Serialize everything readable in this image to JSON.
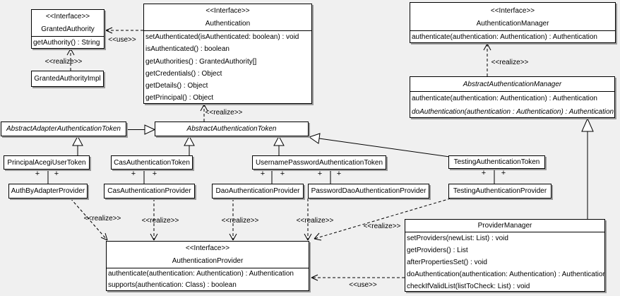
{
  "labels": {
    "interface_stereotype": "<<Interface>>",
    "realize": "<<realize>>",
    "use": "<<use>>",
    "plus": "+"
  },
  "colors": {
    "background": "#f0f0f0",
    "box_fill": "#ffffff",
    "line": "#000000",
    "shadow": "#9a9a9a"
  },
  "classes": {
    "granted_authority": {
      "stereotype": "<<Interface>>",
      "name": "GrantedAuthority",
      "methods": [
        "getAuthority() : String"
      ]
    },
    "granted_authority_impl": {
      "name": "GrantedAuthorityImpl"
    },
    "authentication": {
      "stereotype": "<<Interface>>",
      "name": "Authentication",
      "methods": [
        "setAuthenticated(isAuthenticated: boolean) : void",
        "isAuthenticated() : boolean",
        "getAuthorities() : GrantedAuthority[]",
        "getCredentials() : Object",
        "getDetails() : Object",
        "getPrincipal() : Object"
      ]
    },
    "authentication_manager": {
      "stereotype": "<<Interface>>",
      "name": "AuthenticationManager",
      "methods": [
        "authenticate(authentication: Authentication) : Authentication"
      ]
    },
    "abstract_authentication_manager": {
      "name": "AbstractAuthenticationManager",
      "methods": [
        "authenticate(authentication: Authentication) : Authentication",
        "doAuthentication(authentication : Authentication) : Authentication"
      ]
    },
    "abstract_adapter_authentication_token": {
      "name": "AbstractAdapterAuthenticationToken"
    },
    "abstract_authentication_token": {
      "name": "AbstractAuthenticationToken"
    },
    "principal_acegi_user_token": {
      "name": "PrincipalAcegiUserToken"
    },
    "cas_authentication_token": {
      "name": "CasAuthenticationToken"
    },
    "username_password_authentication_token": {
      "name": "UsernamePasswordAuthenticationToken"
    },
    "testing_authentication_token": {
      "name": "TestingAuthenticationToken"
    },
    "auth_by_adapter_provider": {
      "name": "AuthByAdapterProvider"
    },
    "cas_authentication_provider": {
      "name": "CasAuthenticationProvider"
    },
    "dao_authentication_provider": {
      "name": "DaoAuthenticationProvider"
    },
    "password_dao_authentication_provider": {
      "name": "PasswordDaoAuthenticationProvider"
    },
    "testing_authentication_provider": {
      "name": "TestingAuthenticationProvider"
    },
    "authentication_provider": {
      "stereotype": "<<Interface>>",
      "name": "AuthenticationProvider",
      "methods": [
        "authenticate(authentication: Authentication) : Authentication",
        "supports(authentication: Class) : boolean"
      ]
    },
    "provider_manager": {
      "name": "ProviderManager",
      "methods": [
        "setProviders(newList: List) : void",
        "getProviders() : List",
        "afterPropertiesSet() : void",
        "doAuthentication(authentication: Authentication) : Authentication",
        "checkIfValidList(listToCheck: List) : void"
      ]
    }
  }
}
